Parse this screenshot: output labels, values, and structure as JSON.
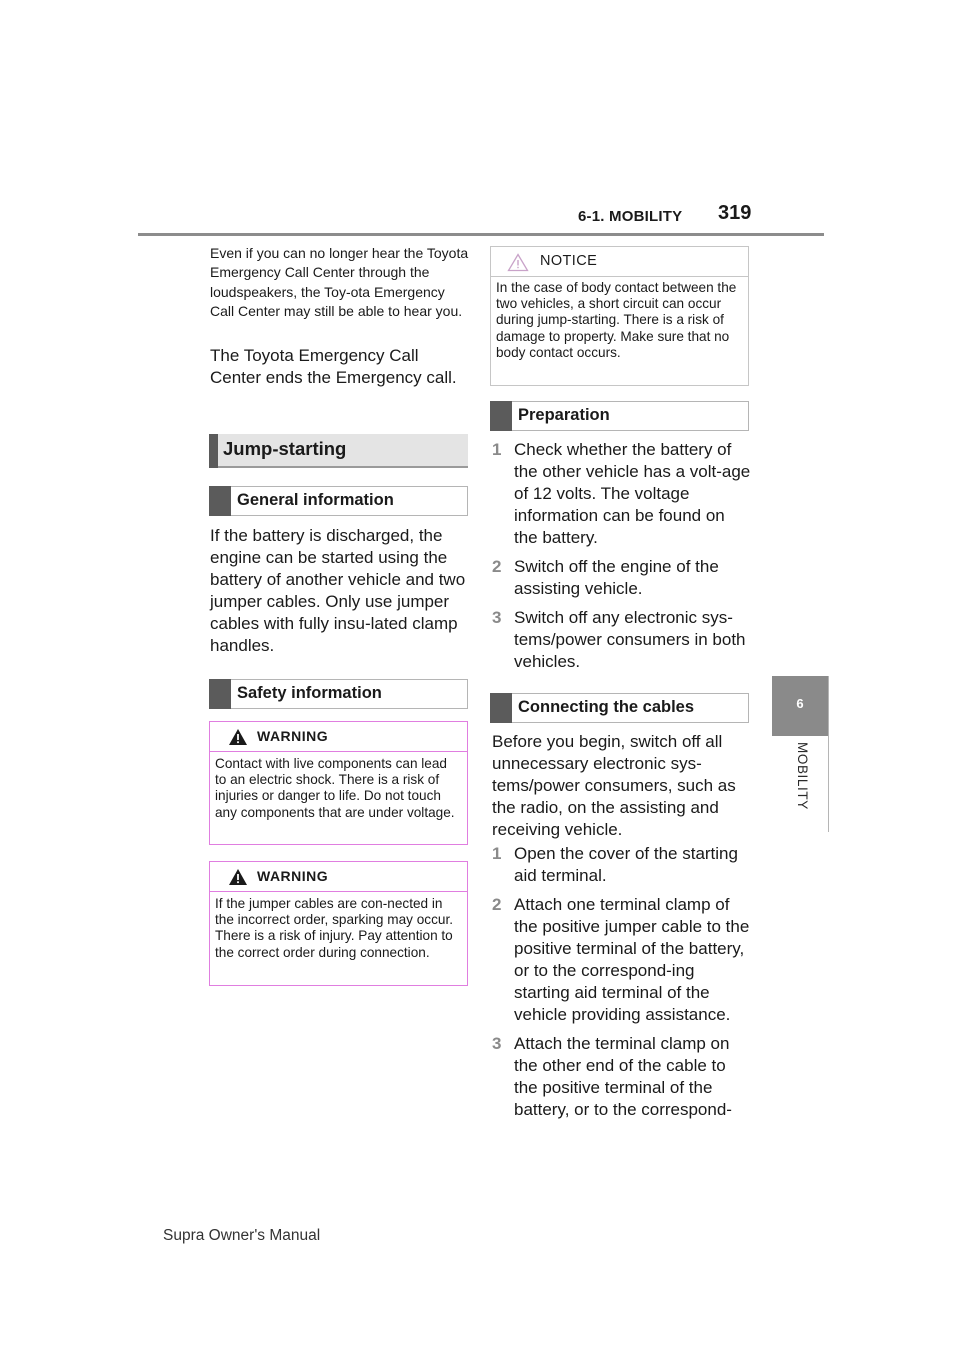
{
  "header": {
    "section": "6-1. MOBILITY",
    "page": "319"
  },
  "side_tab": {
    "number": "6",
    "label": "MOBILITY"
  },
  "left": {
    "small_para": "Even if you can no longer hear the Toyota Emergency Call Center through the loudspeakers, the Toy-ota Emergency Call Center may still be able to hear you.",
    "para1": "The Toyota Emergency Call Center ends the Emergency call.",
    "heading_jump": "Jump-starting",
    "heading_general": "General information",
    "para2": "If the battery is discharged, the engine can be started using the battery of another vehicle and two jumper cables. Only use jumper cables with fully insu-lated clamp handles.",
    "heading_safety": "Safety information",
    "warning1": {
      "title": "WARNING",
      "text": "Contact with live components can lead to an electric shock. There is a risk of injuries or danger to life. Do not touch any components that are under voltage."
    },
    "warning2": {
      "title": "WARNING",
      "text": "If the jumper cables are con-nected in the incorrect order, sparking may occur. There is a risk of injury. Pay attention to the correct order during connection."
    }
  },
  "right": {
    "notice": {
      "title": "NOTICE",
      "text": "In the case of body contact between the two vehicles, a short circuit can occur during jump-starting. There is a risk of damage to property. Make sure that no body contact occurs."
    },
    "heading_prep": "Preparation",
    "prep_steps": [
      {
        "num": "1",
        "text": "Check whether the battery of the other vehicle has a volt-age of 12 volts. The voltage information can be found on the battery."
      },
      {
        "num": "2",
        "text": "Switch off the engine of the assisting vehicle."
      },
      {
        "num": "3",
        "text": "Switch off any electronic sys-tems/power consumers in both vehicles."
      }
    ],
    "heading_conn": "Connecting the cables",
    "para_conn": "Before you begin, switch off all unnecessary electronic sys-tems/power consumers, such as the radio, on the assisting and receiving vehicle.",
    "conn_steps": [
      {
        "num": "1",
        "text": "Open the cover of the starting aid terminal."
      },
      {
        "num": "2",
        "text": "Attach one terminal clamp of the positive jumper cable to the positive terminal of the battery, or to the correspond-ing starting aid terminal of the vehicle providing assistance."
      },
      {
        "num": "3",
        "text": "Attach the terminal clamp on the other end of the cable to the positive terminal of the battery, or to the correspond-"
      }
    ]
  },
  "footer": "Supra Owner's Manual",
  "colors": {
    "warning_border": "#e07ee0",
    "heading_bar": "#5a5a5a",
    "tab": "#8a8a8a"
  }
}
